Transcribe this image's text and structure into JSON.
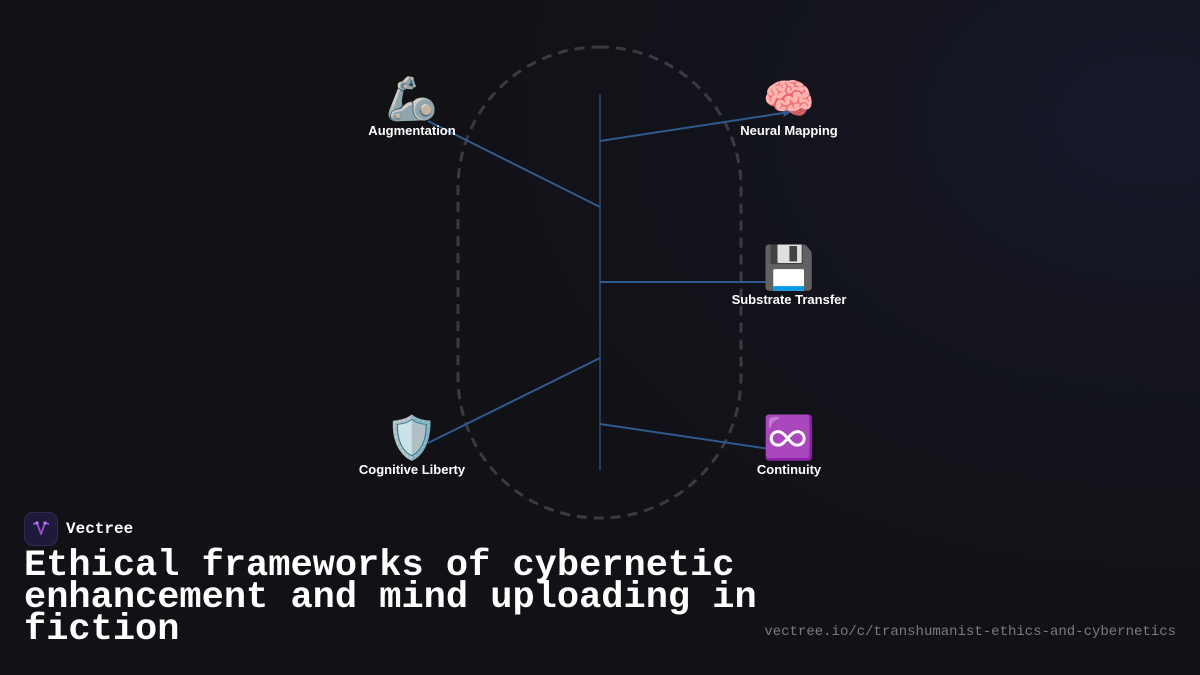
{
  "brand": {
    "name": "Vectree",
    "accent": "#a04be0"
  },
  "title": "Ethical frameworks of cybernetic enhancement and mind uploading in fiction",
  "url": "vectree.io/c/transhumanist-ethics-and-cybernetics",
  "colors": {
    "background": "#111116",
    "connector": "#2f5a8f",
    "spine": "#243a5e",
    "outline": "#3a3a40"
  },
  "nodes": [
    {
      "id": "augmentation",
      "label": "Augmentation",
      "icon": "🦾",
      "icon_name": "mechanical-arm-icon",
      "side": "left"
    },
    {
      "id": "neural-mapping",
      "label": "Neural Mapping",
      "icon": "🧠",
      "icon_name": "brain-icon",
      "side": "right"
    },
    {
      "id": "substrate-transfer",
      "label": "Substrate Transfer",
      "icon": "💾",
      "icon_name": "floppy-disk-icon",
      "side": "right"
    },
    {
      "id": "cognitive-liberty",
      "label": "Cognitive Liberty",
      "icon": "🛡️",
      "icon_name": "shield-icon",
      "side": "left"
    },
    {
      "id": "continuity",
      "label": "Continuity",
      "icon": "♾️",
      "icon_name": "infinity-icon",
      "side": "right"
    }
  ]
}
